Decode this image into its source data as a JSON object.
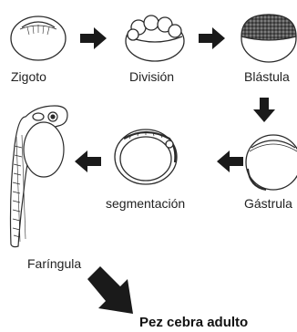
{
  "stages": {
    "zigoto": "Zigoto",
    "division": "División",
    "blastula": "Blástula",
    "gastrula": "Gástrula",
    "segmentacion": "segmentación",
    "faringula": "Faríngula",
    "adulto": "Pez cebra adulto"
  },
  "colors": {
    "stroke": "#2b2b2b",
    "arrow": "#1a1a1a",
    "text": "#222222",
    "background": "#ffffff"
  }
}
